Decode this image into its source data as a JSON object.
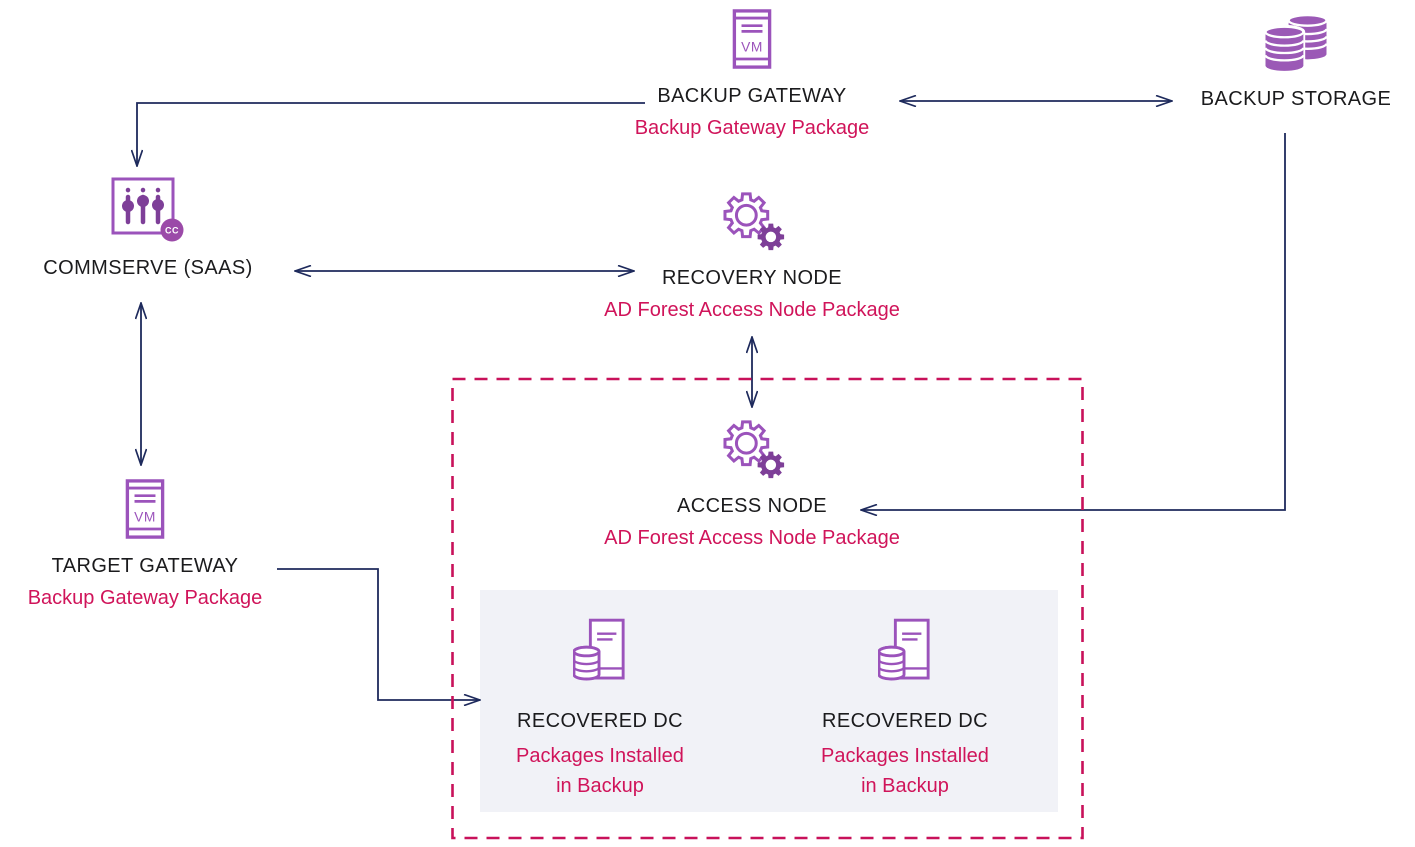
{
  "colors": {
    "icon_purple": "#9b53bb",
    "icon_purple_fill": "#9b59b6",
    "icon_purple_dark": "#7e3f98",
    "badge_purple": "#9b4aa8",
    "accent_crimson": "#d0145a",
    "arrow_navy": "#1e2a5c",
    "label_black": "#1b1b1d",
    "zone_panel_fill": "#f1f2f7"
  },
  "icons": {
    "vm_label": "VM",
    "cc_badge": "CC"
  },
  "nodes": {
    "backup_gateway": {
      "label": "BACKUP GATEWAY",
      "sublabel": "Backup Gateway Package"
    },
    "backup_storage": {
      "label": "BACKUP STORAGE"
    },
    "commserve": {
      "label": "COMMSERVE (SAAS)"
    },
    "recovery_node": {
      "label": "RECOVERY NODE",
      "sublabel": "AD Forest Access Node Package"
    },
    "access_node": {
      "label": "ACCESS NODE",
      "sublabel": "AD Forest Access Node Package"
    },
    "target_gateway": {
      "label": "TARGET GATEWAY",
      "sublabel": "Backup Gateway Package"
    },
    "recovered_dcs": [
      {
        "label": "RECOVERED DC",
        "sublabel_line1": "Packages Installed",
        "sublabel_line2": "in Backup"
      },
      {
        "label": "RECOVERED DC",
        "sublabel_line1": "Packages Installed",
        "sublabel_line2": "in Backup"
      }
    ]
  },
  "connections": [
    {
      "from": "BACKUP GATEWAY",
      "to": "BACKUP STORAGE",
      "direction": "both"
    },
    {
      "from": "BACKUP GATEWAY",
      "to": "COMMSERVE (SAAS)",
      "direction": "one-way"
    },
    {
      "from": "COMMSERVE (SAAS)",
      "to": "RECOVERY NODE",
      "direction": "both"
    },
    {
      "from": "COMMSERVE (SAAS)",
      "to": "TARGET GATEWAY",
      "direction": "both"
    },
    {
      "from": "RECOVERY NODE",
      "to": "ACCESS NODE",
      "direction": "both"
    },
    {
      "from": "BACKUP STORAGE",
      "to": "ACCESS NODE",
      "direction": "one-way"
    },
    {
      "from": "TARGET GATEWAY",
      "to": "RECOVERED DC",
      "direction": "one-way"
    }
  ]
}
